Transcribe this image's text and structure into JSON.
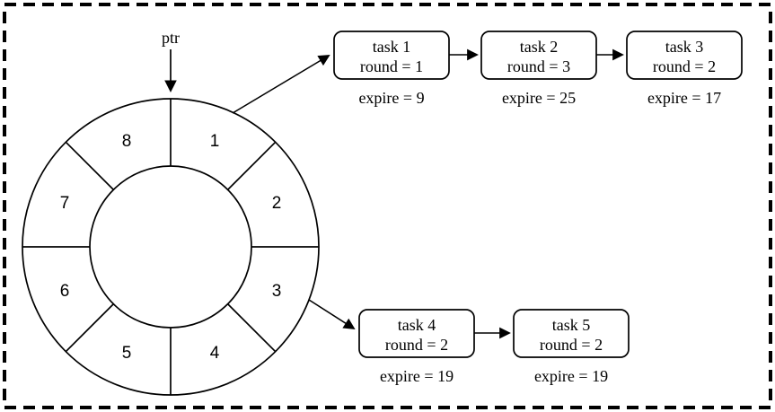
{
  "diagram": {
    "ptr_label": "ptr",
    "wheel": {
      "slots": [
        "1",
        "2",
        "3",
        "4",
        "5",
        "6",
        "7",
        "8"
      ]
    },
    "tasks": [
      {
        "title": "task 1",
        "round": "round = 1",
        "expire": "expire = 9"
      },
      {
        "title": "task 2",
        "round": "round = 3",
        "expire": "expire = 25"
      },
      {
        "title": "task 3",
        "round": "round = 2",
        "expire": "expire = 17"
      },
      {
        "title": "task 4",
        "round": "round = 2",
        "expire": "expire = 19"
      },
      {
        "title": "task 5",
        "round": "round = 2",
        "expire": "expire = 19"
      }
    ],
    "colors": {
      "stroke": "#000000",
      "background": "#ffffff"
    }
  }
}
